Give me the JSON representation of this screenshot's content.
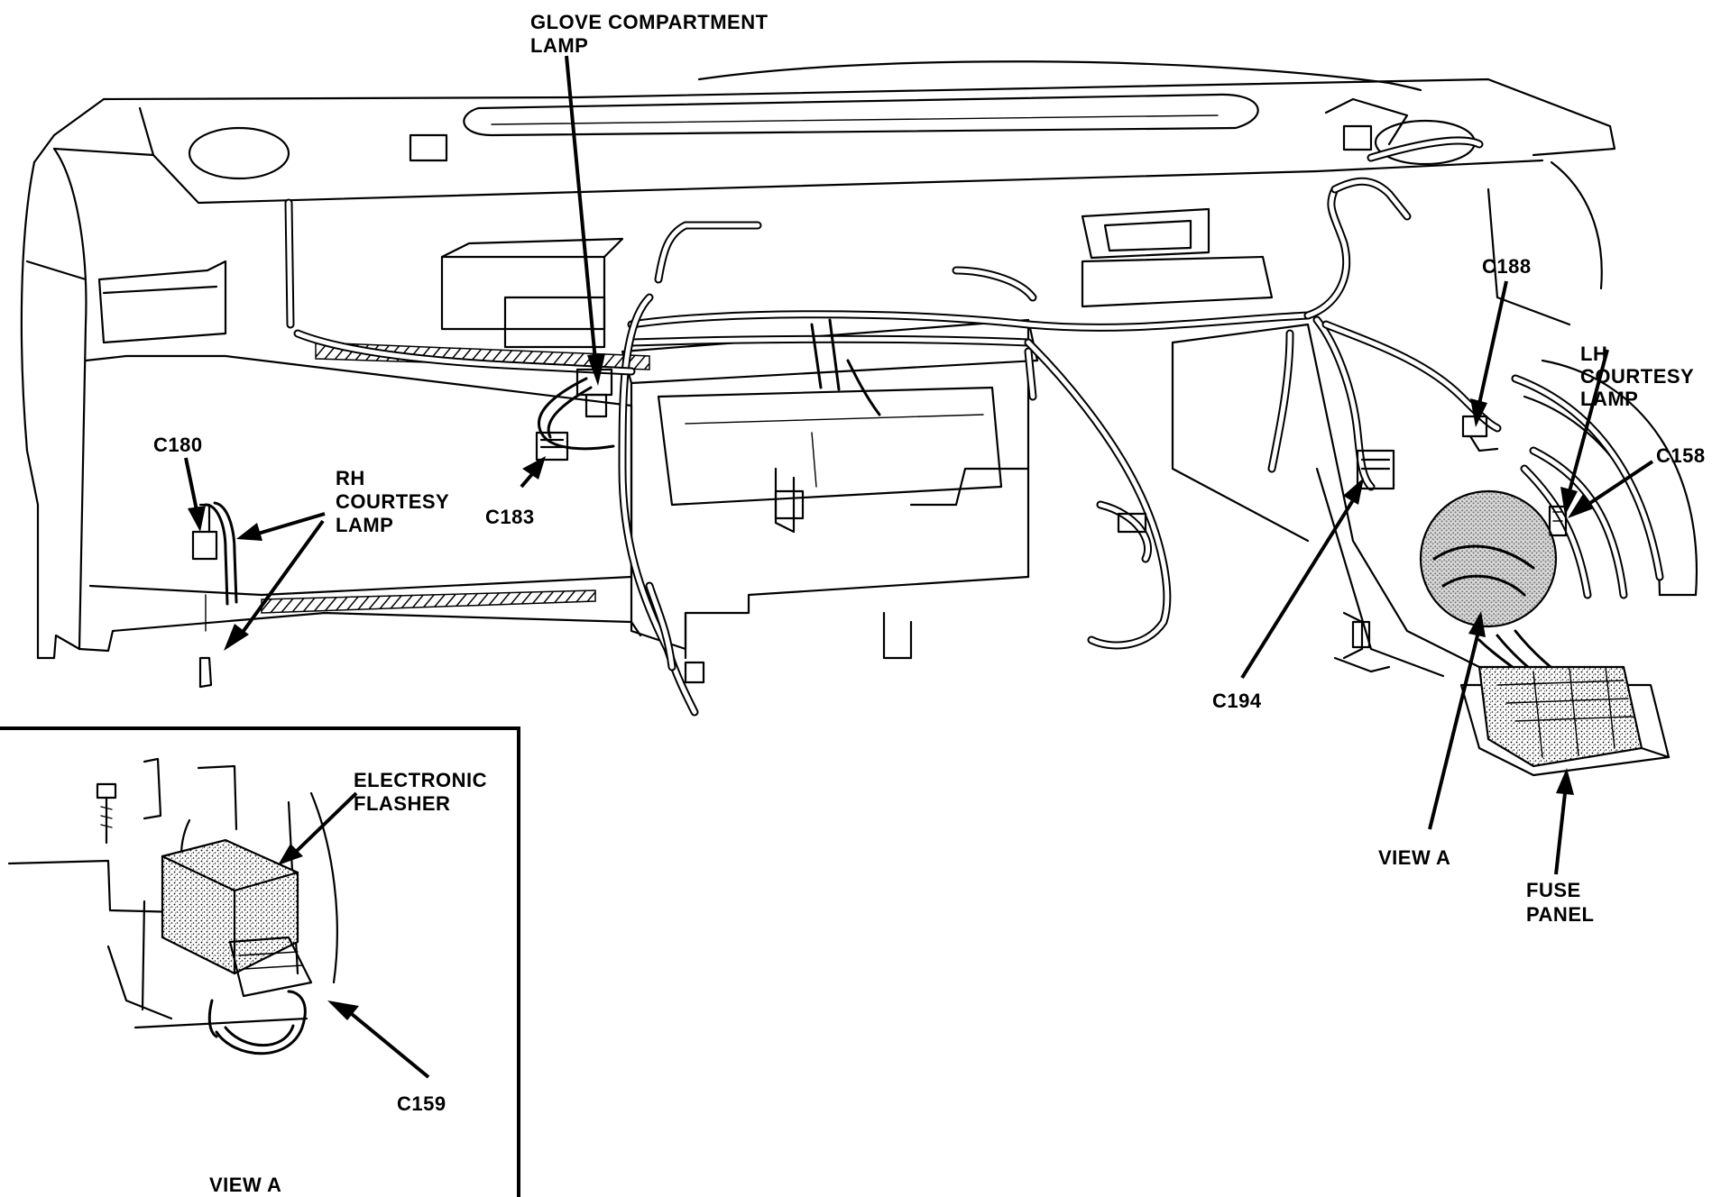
{
  "labels": {
    "glove_compartment_lamp_1": "GLOVE COMPARTMENT",
    "glove_compartment_lamp_2": "LAMP",
    "c188": "C188",
    "lh_courtesy_1": "LH",
    "lh_courtesy_2": "COURTESY",
    "lh_courtesy_3": "LAMP",
    "c158": "C158",
    "c180": "C180",
    "rh_courtesy_1": "RH",
    "rh_courtesy_2": "COURTESY",
    "rh_courtesy_3": "LAMP",
    "c183": "C183",
    "c194": "C194",
    "view_a_main": "VIEW A",
    "fuse_panel_1": "FUSE",
    "fuse_panel_2": "PANEL",
    "electronic_flasher_1": "ELECTRONIC",
    "electronic_flasher_2": "FLASHER",
    "c159": "C159",
    "view_a_inset": "VIEW A"
  }
}
